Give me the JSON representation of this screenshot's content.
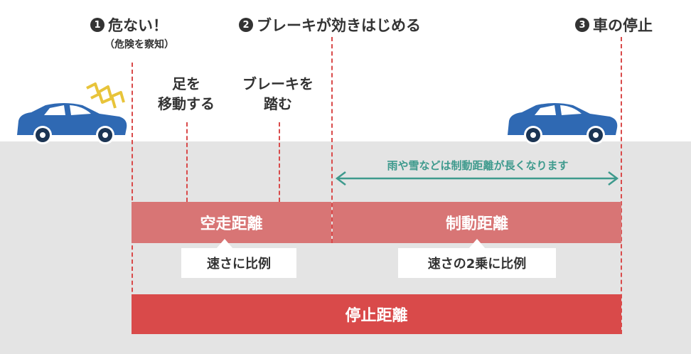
{
  "steps": [
    {
      "num": "1",
      "label": "危ない！",
      "sub": "（危険を察知）"
    },
    {
      "num": "2",
      "label": "ブレーキが効きはじめる"
    },
    {
      "num": "3",
      "label": "車の停止"
    }
  ],
  "actions": {
    "move_foot": "足を\n移動する",
    "press_brake": "ブレーキを\n踏む"
  },
  "bands": {
    "free_running": "空走距離",
    "braking": "制動距離",
    "stopping": "停止距離"
  },
  "notes": {
    "free_running": "速さに比例",
    "braking": "速さの2乗に比例"
  },
  "rain_snow_note": "雨や雪などは制動距離が長くなります",
  "colors": {
    "road": "#e4e4e4",
    "band_light": "#d87575",
    "band_dark": "#d94a4a",
    "dashed": "#d94a4a",
    "arrow": "#3e9a8d",
    "car": "#2f69b3",
    "alert": "#e8c43a"
  },
  "icons": {
    "car_left": "car-icon",
    "car_right": "car-icon",
    "alert": "alert-spark-icon"
  }
}
